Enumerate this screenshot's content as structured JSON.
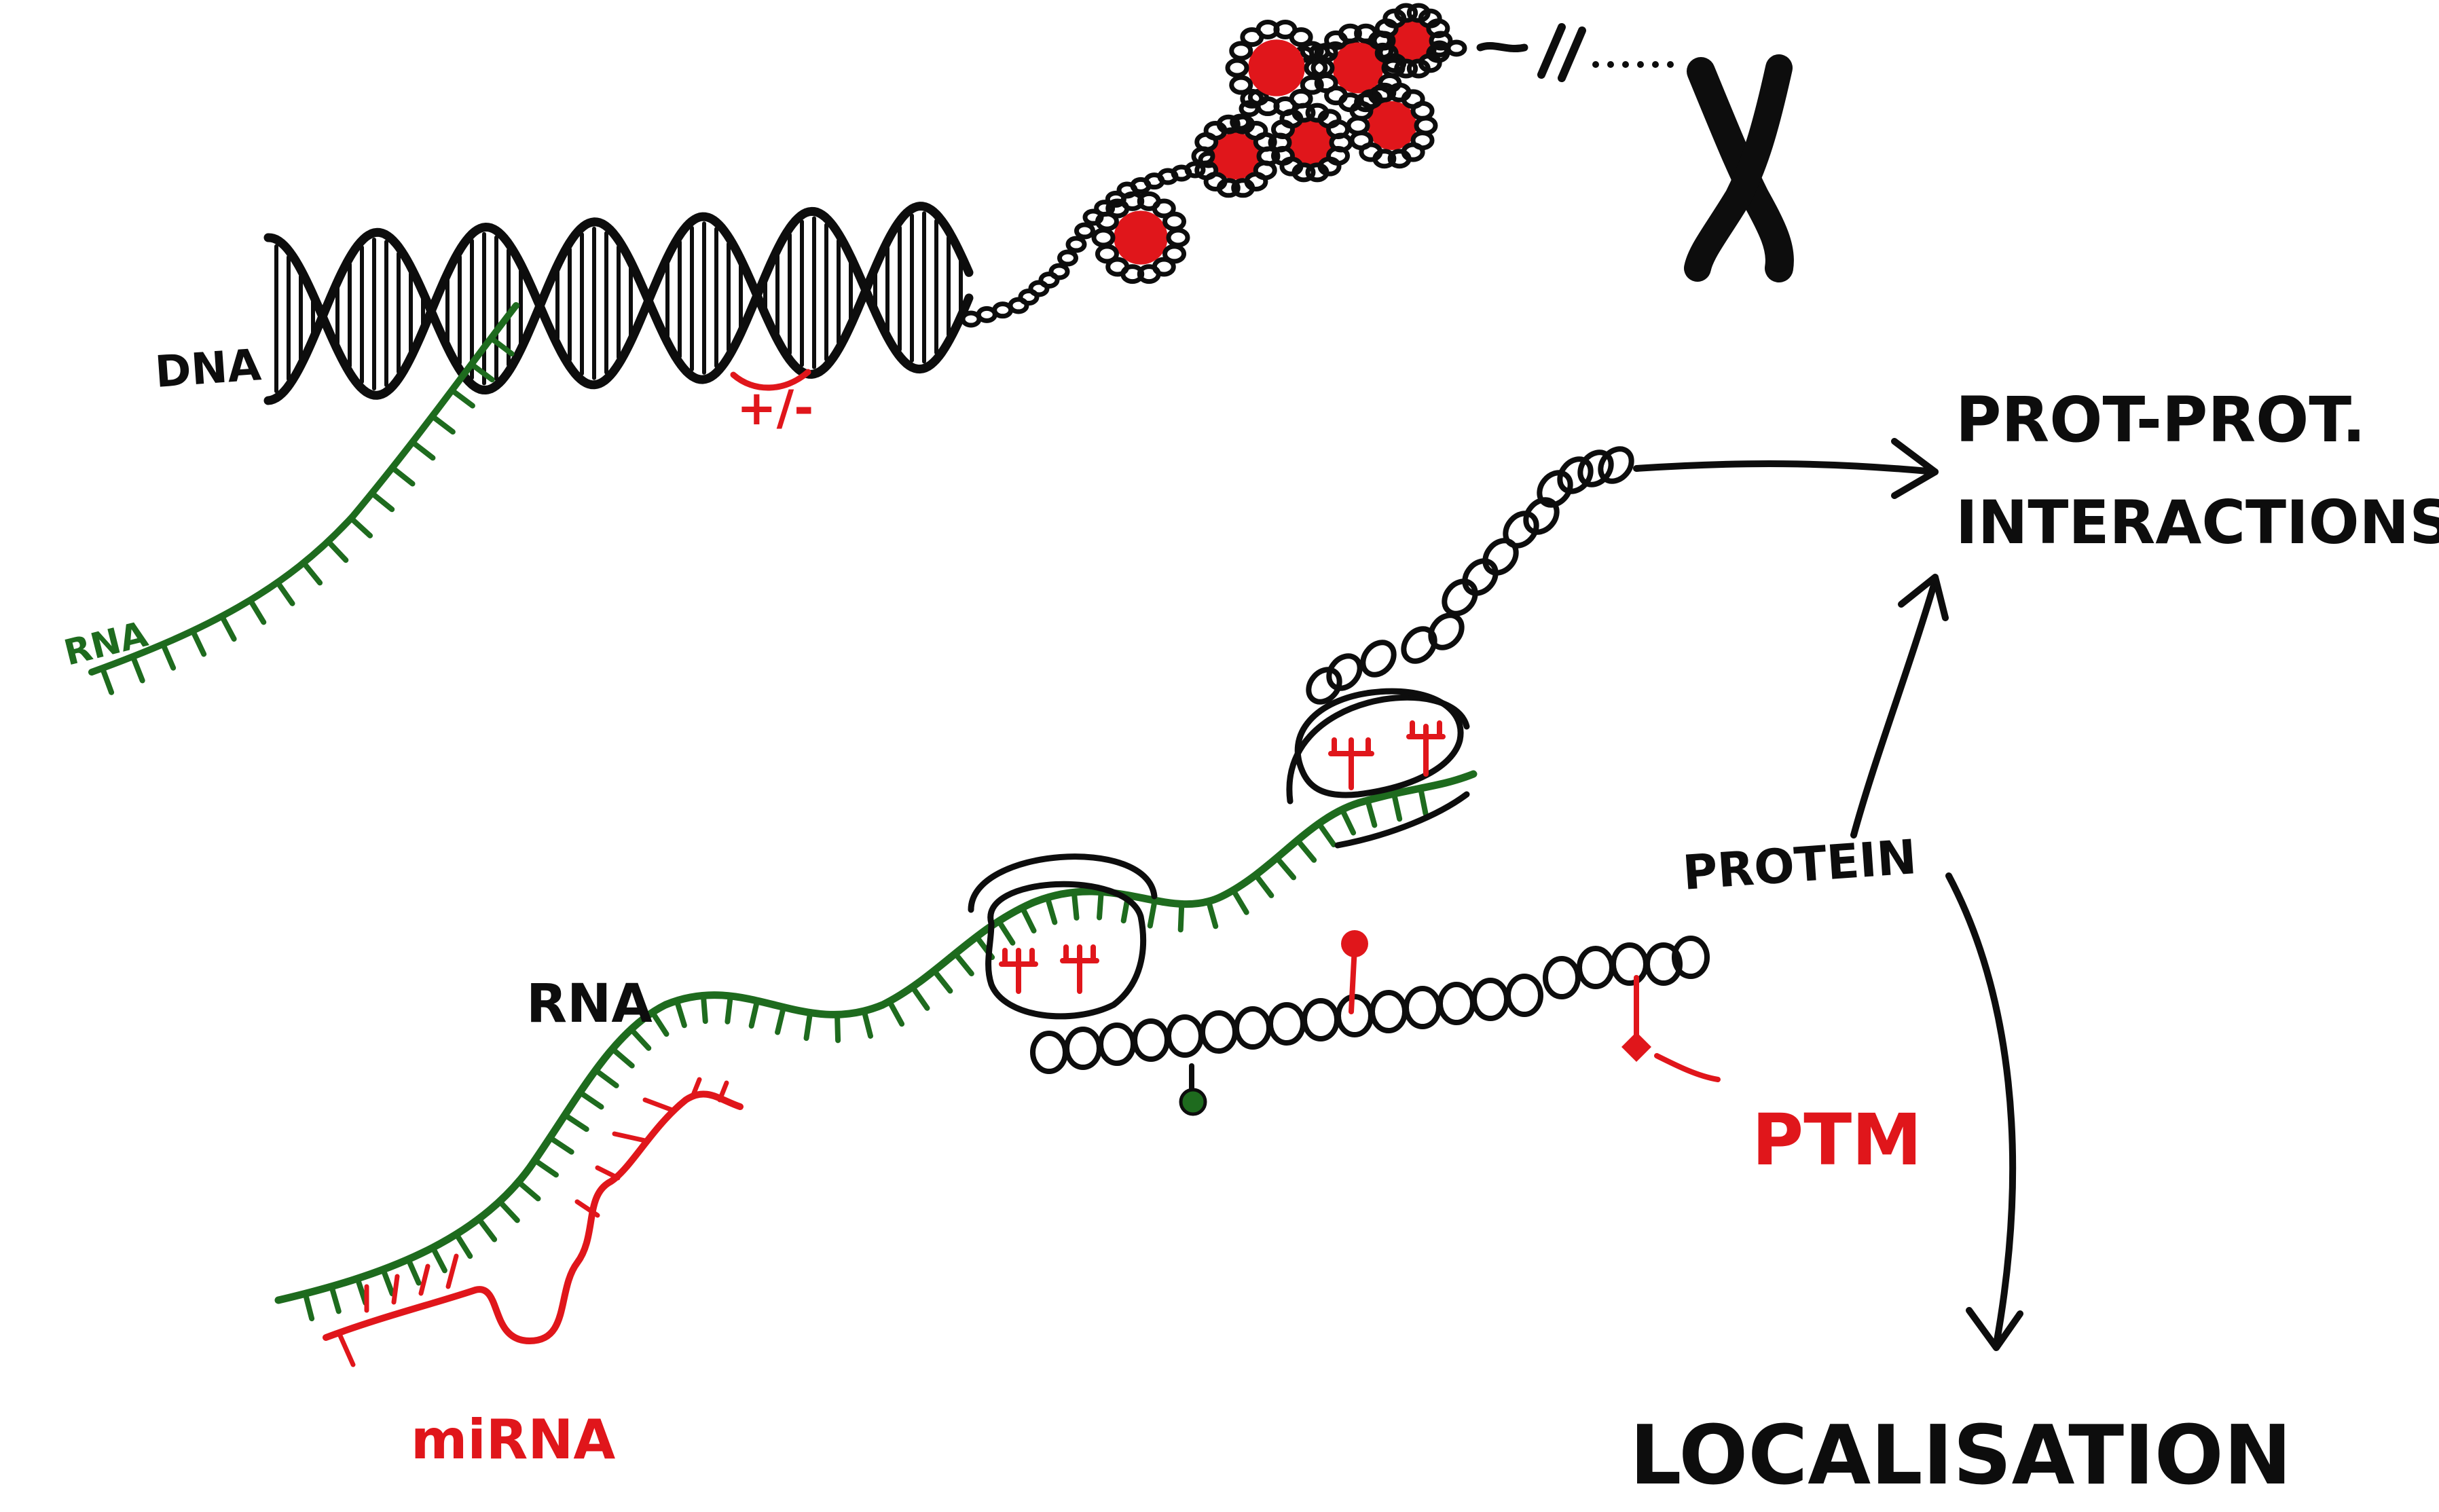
{
  "labels": {
    "dna": "DNA",
    "rna_top": "RNA",
    "mutation": "+/-",
    "rna_bottom": "RNA",
    "mirna": "miRNA",
    "protein": "PROTEIN",
    "ptm": "PTM",
    "ppi_line1": "PROT-PROT.",
    "ppi_line2": "INTERACTIONS",
    "localisation": "LOCALISATION"
  },
  "colors": {
    "ink": "#0d0d0d",
    "rna": "#1e6b1e",
    "highlight": "#e0161b",
    "background": "#ffffff"
  }
}
